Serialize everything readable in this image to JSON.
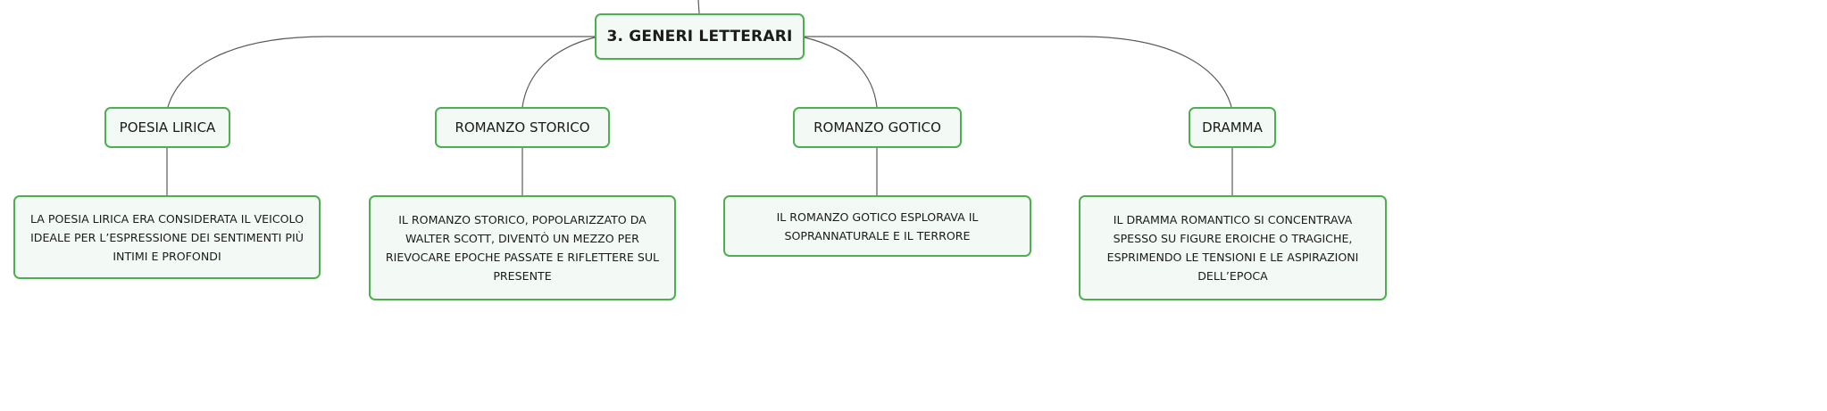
{
  "root": {
    "label": "3. GENERI LETTERARI"
  },
  "topics": [
    {
      "label": "POESIA LIRICA",
      "desc": "LA POESIA LIRICA ERA CONSIDERATA IL VEICOLO IDEALE PER L’ESPRESSIONE DEI SENTIMENTI PIÙ INTIMI E PROFONDI"
    },
    {
      "label": "ROMANZO STORICO",
      "desc": "IL ROMANZO STORICO, POPOLARIZZATO DA WALTER SCOTT, DIVENTÒ UN MEZZO PER RIEVOCARE EPOCHE PASSATE E RIFLETTERE SUL PRESENTE"
    },
    {
      "label": "ROMANZO GOTICO",
      "desc": "IL ROMANZO GOTICO ESPLORAVA IL SOPRANNATURALE E IL TERRORE"
    },
    {
      "label": "DRAMMA",
      "desc": "IL DRAMMA ROMANTICO SI CONCENTRAVA SPESSO SU FIGURE EROICHE O TRAGICHE, ESPRIMENDO LE TENSIONI E LE ASPIRAZIONI DELL’EPOCA"
    }
  ],
  "colors": {
    "node_border": "#4caf50",
    "node_fill": "#f3f9f4",
    "connector": "#5a5a5a"
  }
}
